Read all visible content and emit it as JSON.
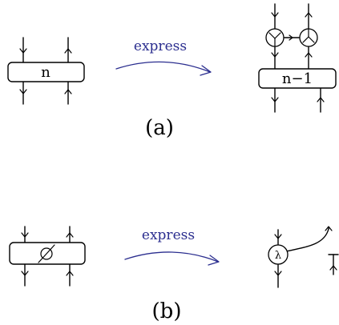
{
  "panel_a": {
    "box_left_label": "n",
    "express_label": "express",
    "box_right_label": "n−1",
    "panel_label": "(a)"
  },
  "panel_b": {
    "express_label": "express",
    "lambda_label": "λ",
    "panel_label": "(b)"
  }
}
